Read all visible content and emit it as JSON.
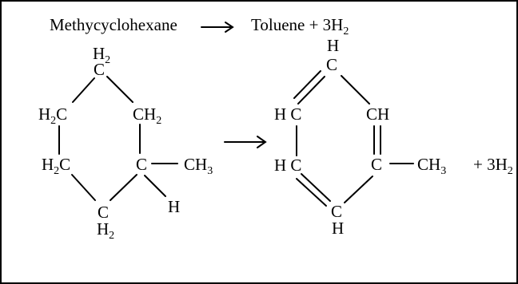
{
  "equation": {
    "reactant": "Methycyclohexane",
    "product": "Toluene + 3H",
    "product_sub": "2"
  },
  "reactant_ring": {
    "top": {
      "main": "H",
      "sub": "2",
      "atom": "C"
    },
    "upper_left": {
      "main": "H",
      "sub": "2",
      "atom": "C"
    },
    "upper_right": {
      "atom": "C",
      "main": "H",
      "sub": "2"
    },
    "lower_left": {
      "main": "H",
      "sub": "2",
      "atom": "C"
    },
    "lower_right": {
      "atom": "C"
    },
    "methyl": {
      "main": "CH",
      "sub": "3"
    },
    "hydrogen": "H",
    "bottom": {
      "atom": "C",
      "main": "H",
      "sub": "2"
    }
  },
  "product_ring": {
    "top": {
      "h": "H",
      "atom": "C"
    },
    "upper_left": "H C",
    "upper_right": "CH",
    "lower_left": "H C",
    "lower_right": "C",
    "methyl": {
      "main": "CH",
      "sub": "3"
    },
    "bottom": {
      "atom": "C",
      "h": "H"
    },
    "hydrogen_product": {
      "main": "+ 3H",
      "sub": "2"
    }
  },
  "colors": {
    "ink": "#000000",
    "background": "#ffffff"
  }
}
